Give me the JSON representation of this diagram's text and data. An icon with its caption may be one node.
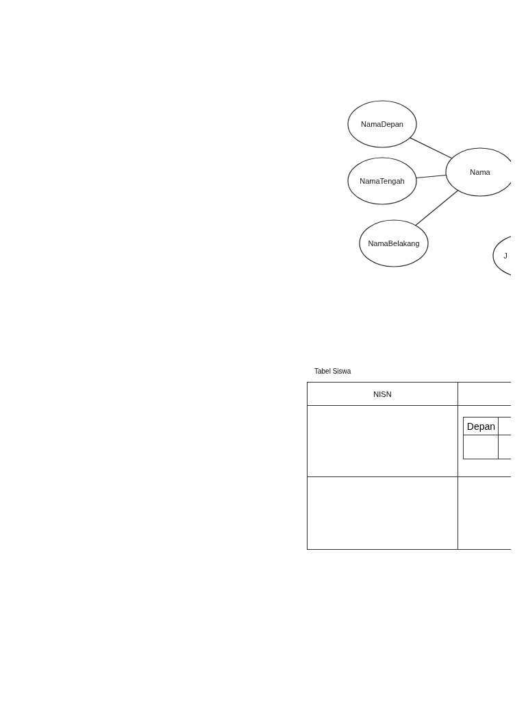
{
  "diagram": {
    "nodes": [
      {
        "text": [
          "NamaDepan"
        ]
      },
      {
        "text": [
          "NamaTengah"
        ]
      },
      {
        "text": [
          "NamaBelakang"
        ]
      },
      {
        "text": [
          "Nama"
        ]
      },
      {
        "text": [
          "J"
        ]
      }
    ],
    "edges": [
      {
        "from": 0,
        "to": 3,
        "arrow": "none"
      },
      {
        "from": 1,
        "to": 3,
        "arrow": "none"
      },
      {
        "from": 2,
        "to": 3,
        "arrow": "none"
      }
    ],
    "labels": [
      "Tabel Siswa",
      "NISN",
      "Depan"
    ]
  }
}
